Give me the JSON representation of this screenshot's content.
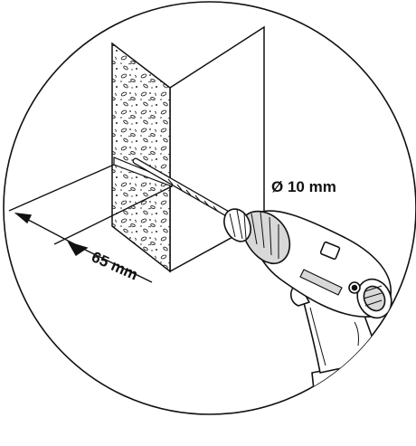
{
  "labels": {
    "diameter": "Ø 10 mm",
    "depth": "65 mm"
  },
  "colors": {
    "line": "#111111",
    "wall_face": "#ffffff",
    "concrete_speckle": "#222222",
    "drill_body": "#ffffff",
    "drill_shade": "#d8d8d8"
  },
  "icons": {
    "wall": "concrete-wall-section",
    "drill": "cordless-drill-icon",
    "bit": "masonry-drill-bit"
  }
}
